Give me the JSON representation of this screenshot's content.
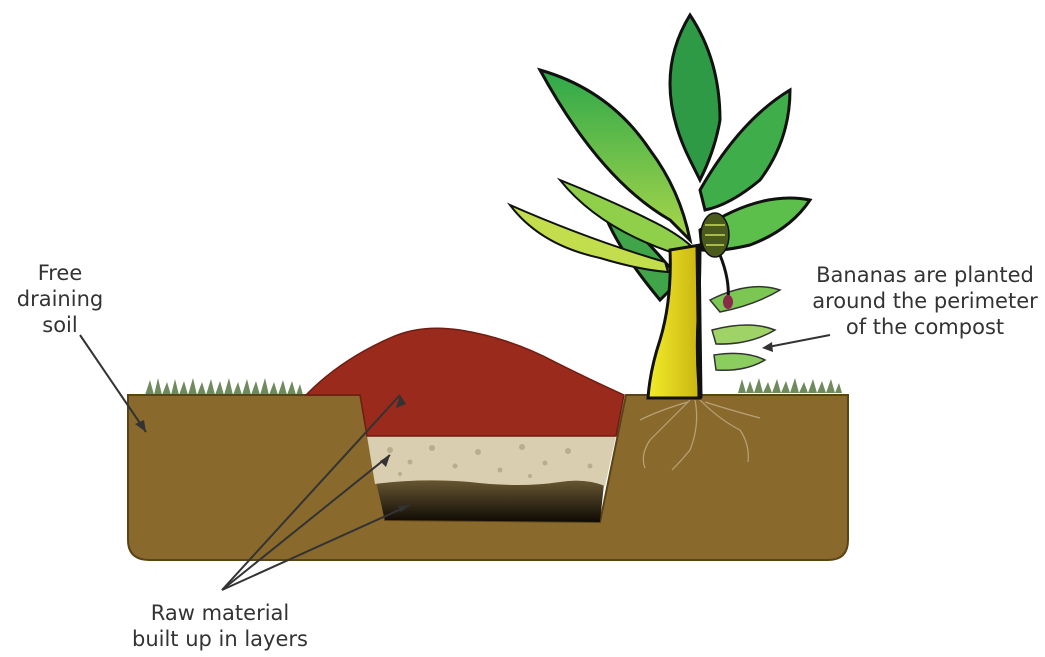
{
  "labels": {
    "soil": [
      "Free",
      "draining",
      "soil"
    ],
    "bananas": [
      "Bananas are planted",
      "around the perimeter",
      "of the compost"
    ],
    "raw_material": [
      "Raw material",
      "built up in layers"
    ]
  },
  "colors": {
    "soil": "#8a6a2c",
    "soil_edge": "#5b4318",
    "compost_mound": "#9a2a1c",
    "gravel_layer": "#d9cfb0",
    "dark_layer": "#2a1e0c",
    "grass": "#6f8a5c",
    "leaf_dark": "#1f8a3a",
    "leaf_light": "#b6d94a",
    "trunk": "#d8d21e",
    "arrow": "#333333"
  }
}
